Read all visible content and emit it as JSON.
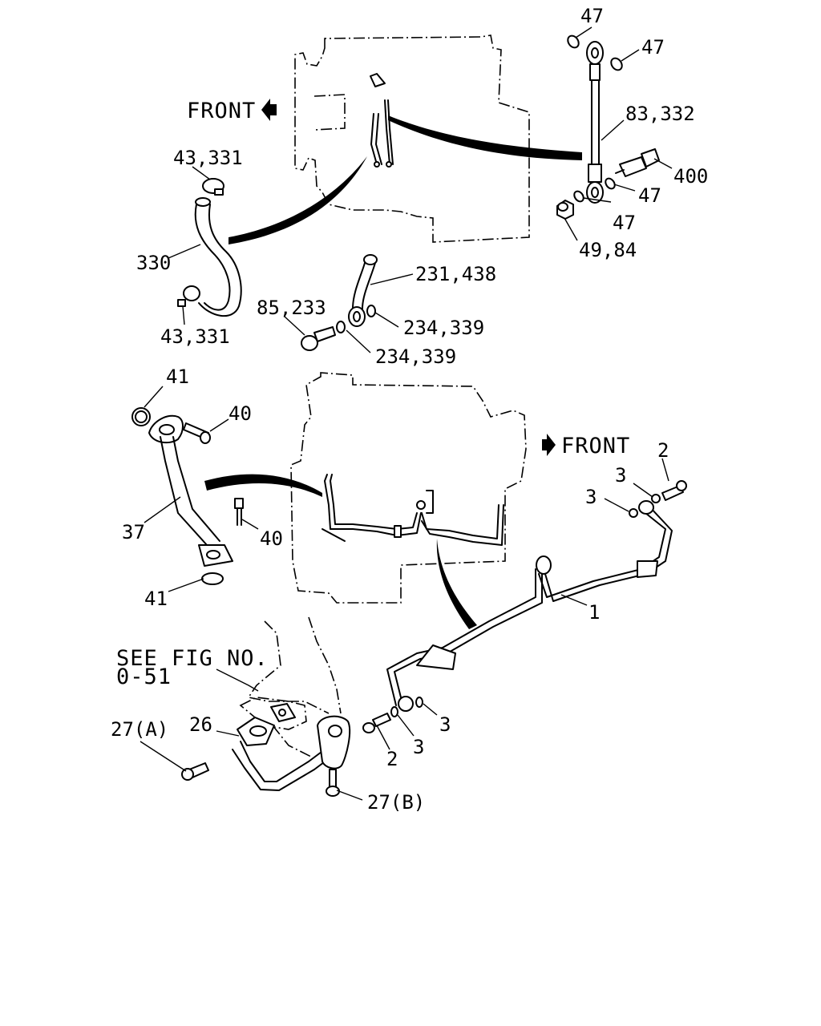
{
  "callouts": {
    "front_top": "FRONT",
    "front_bottom": "FRONT",
    "see_fig_line1": "SEE FIG NO.",
    "see_fig_line2": "0-51",
    "p47a": "47",
    "p47b": "47",
    "p83_332": "83,332",
    "p400": "400",
    "p47c": "47",
    "p47d": "47",
    "p49_84": "49,84",
    "p43_331_top": "43,331",
    "p330": "330",
    "p43_331_bot": "43,331",
    "p231_438": "231,438",
    "p85_233": "85,233",
    "p234_339_a": "234,339",
    "p234_339_b": "234,339",
    "p41_top": "41",
    "p40_top": "40",
    "p37": "37",
    "p40_mid": "40",
    "p41_bot": "41",
    "p2_top": "2",
    "p3_a": "3",
    "p3_b": "3",
    "p1": "1",
    "p3_c": "3",
    "p3_d": "3",
    "p2_bot": "2",
    "p27a": "27(A)",
    "p26": "26",
    "p27b": "27(B)"
  }
}
